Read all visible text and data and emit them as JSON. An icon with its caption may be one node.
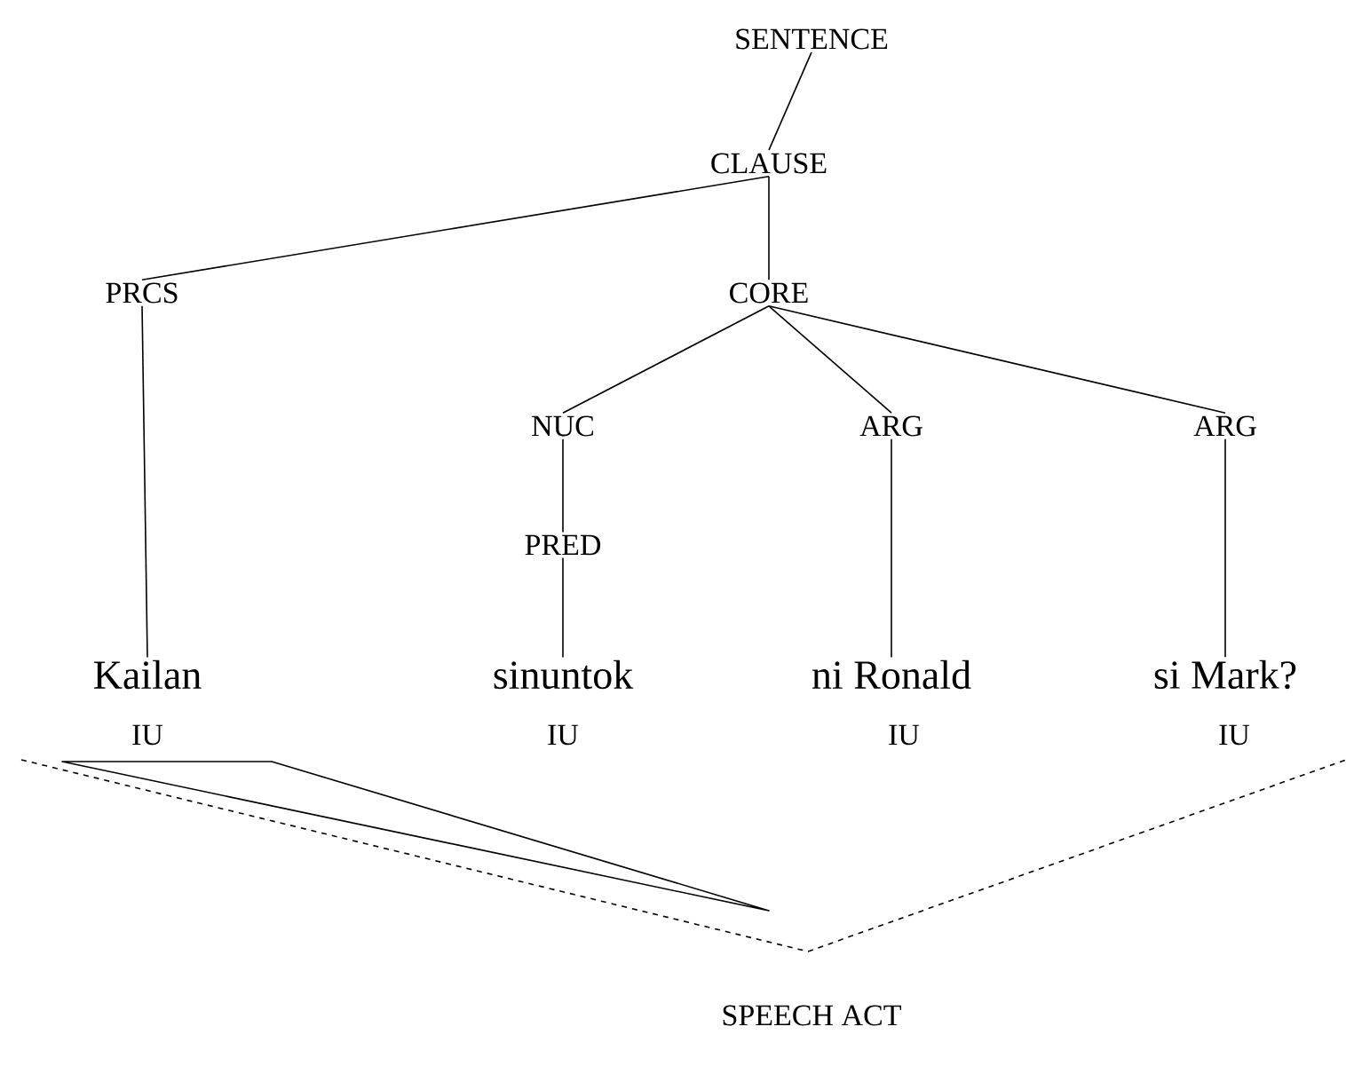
{
  "diagram": {
    "nodes": [
      {
        "text": [
          "SENTENCE"
        ]
      },
      {
        "text": [
          "CLAUSE"
        ]
      },
      {
        "text": [
          "PRCS"
        ]
      },
      {
        "text": [
          "CORE"
        ]
      },
      {
        "text": [
          "NUC"
        ]
      },
      {
        "text": [
          "ARG"
        ]
      },
      {
        "text": [
          "ARG"
        ]
      },
      {
        "text": [
          "PRED"
        ]
      },
      {
        "text": [
          "Kailan"
        ]
      },
      {
        "text": [
          "sinuntok"
        ]
      },
      {
        "text": [
          "ni Ronald"
        ]
      },
      {
        "text": [
          "si Mark?"
        ]
      }
    ],
    "edges": [
      {
        "from": 0,
        "to": 1,
        "arrow": "none"
      },
      {
        "from": 1,
        "to": 2,
        "arrow": "none"
      },
      {
        "from": 1,
        "to": 3,
        "arrow": "none"
      },
      {
        "from": 2,
        "to": 8,
        "arrow": "none"
      },
      {
        "from": 3,
        "to": 4,
        "arrow": "none"
      },
      {
        "from": 3,
        "to": 5,
        "arrow": "none"
      },
      {
        "from": 3,
        "to": 6,
        "arrow": "none"
      },
      {
        "from": 4,
        "to": 7,
        "arrow": "none"
      },
      {
        "from": 7,
        "to": 9,
        "arrow": "none"
      },
      {
        "from": 5,
        "to": 10,
        "arrow": "none"
      },
      {
        "from": 6,
        "to": 11,
        "arrow": "none"
      }
    ],
    "labels": [
      "IU",
      "IU",
      "IU",
      "IU",
      "SPEECH ACT"
    ]
  }
}
